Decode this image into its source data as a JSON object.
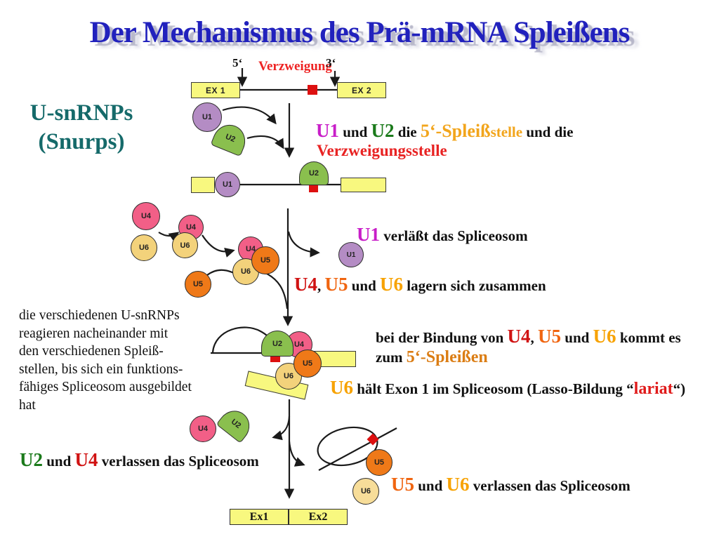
{
  "title": "Der Mechanismus des Prä-mRNA Spleißens",
  "heading": {
    "line1": "U-snRNPs",
    "line2": "(Snurps)"
  },
  "pre_mrna": {
    "five_prime": "5‘",
    "branch_label": "Verzweigung",
    "three_prime": "3‘",
    "exon1": "EX 1",
    "exon2": "EX 2"
  },
  "labels": {
    "u1": "U1",
    "u2": "U2",
    "u4": "U4",
    "u5": "U5",
    "u6": "U6"
  },
  "final_exons": {
    "ex1": "Ex1",
    "ex2": "Ex2"
  },
  "para": [
    "die verschiedenen U-snRNPs",
    "reagieren nacheinander mit",
    "den verschiedenen Spleiß-",
    "stellen, bis sich ein funktions-",
    "fähiges Spliceosom ausgebildet",
    "hat"
  ],
  "ann": {
    "s1a": [
      {
        "t": "U1"
      },
      {
        "t": " und "
      },
      {
        "t": "U2"
      },
      {
        "t": " die "
      },
      {
        "t": "5‘-Spleiß"
      },
      {
        "t": "stelle"
      },
      {
        "t": " und die"
      }
    ],
    "s1b": "Verzweigungsstelle",
    "s2": [
      {
        "t": "U1"
      },
      {
        "t": " verläßt das Spliceosom"
      }
    ],
    "s3": [
      {
        "t": "U4"
      },
      {
        "t": ", "
      },
      {
        "t": "U5"
      },
      {
        "t": " und "
      },
      {
        "t": "U6"
      },
      {
        "t": " lagern sich zusammen"
      }
    ],
    "s4a": [
      {
        "t": "bei der Bindung von "
      },
      {
        "t": "U4"
      },
      {
        "t": ", "
      },
      {
        "t": "U5"
      },
      {
        "t": " und "
      },
      {
        "t": "U6"
      },
      {
        "t": " kommt es"
      }
    ],
    "s4b": [
      {
        "t": "zum "
      },
      {
        "t": "5‘-Spleißen"
      }
    ],
    "s5": [
      {
        "t": "U6"
      },
      {
        "t": " hält Exon 1 im Spliceosom (Lasso-Bildung “"
      },
      {
        "t": "lariat"
      },
      {
        "t": "“)"
      }
    ],
    "s6": [
      {
        "t": "U2"
      },
      {
        "t": " und "
      },
      {
        "t": "U4"
      },
      {
        "t": " verlassen das Spliceosom"
      }
    ],
    "s7": [
      {
        "t": "U5"
      },
      {
        "t": " und "
      },
      {
        "t": "U6"
      },
      {
        "t": " verlassen das Spliceosom"
      }
    ]
  },
  "colors": {
    "title_blue": "#2121bd",
    "heading_teal": "#156a6a",
    "u1_magenta": "#c81ec8",
    "u2_green": "#1b7a1b",
    "u4_red": "#d01212",
    "u5_orange": "#f06510",
    "u6_amber": "#f7a201",
    "splice_gold": "#f2a51c",
    "branch_red": "#e82222",
    "lariat_red": "#e01a1a",
    "exon_yellow": "#f8f87f",
    "marker_red": "#dd1010",
    "u1_fill": "#b48cc4",
    "u2_fill": "#8abf4e",
    "u4_fill": "#f25f87",
    "u5_fill": "#ef7918",
    "u6_fill": "#f3d27b"
  }
}
